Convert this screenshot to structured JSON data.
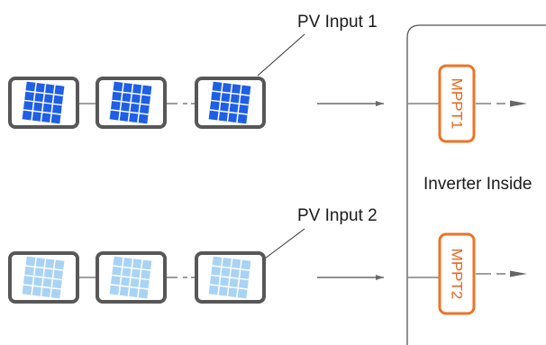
{
  "pv_input_1": {
    "label": "PV Input 1"
  },
  "pv_input_2": {
    "label": "PV Input 2"
  },
  "inverter": {
    "label": "Inverter Inside"
  },
  "mppt_1": {
    "label": "MPPT1"
  },
  "mppt_2": {
    "label": "MPPT2"
  },
  "colors": {
    "panel_frame": "#555555",
    "panel_cells_input_1": "#1f5fe6",
    "panel_cells_input_2": "#a9d3f5",
    "cell_grid": "#ffffff",
    "mppt_accent": "#ed7326",
    "wire": "#6a6a6a",
    "enclosure": "#555555"
  }
}
